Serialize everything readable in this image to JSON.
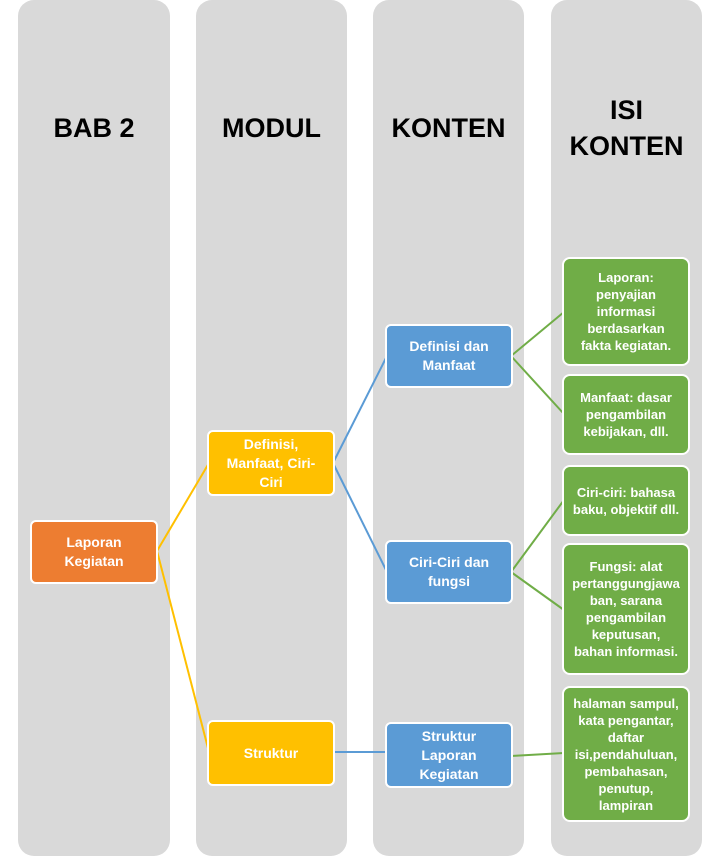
{
  "columns": {
    "bab": "BAB 2",
    "modul": "MODUL",
    "konten": "KONTEN",
    "isi_konten": "ISI\nKONTEN"
  },
  "nodes": {
    "bab": "Laporan\nKegiatan",
    "modul_1": "Definisi,\nManfaat, Ciri-\nCiri",
    "modul_2": "Struktur",
    "konten_1": "Definisi dan\nManfaat",
    "konten_2": "Ciri-Ciri dan\nfungsi",
    "konten_3": "Struktur\nLaporan\nKegiatan",
    "isi_1": "Laporan:\npenyajian\ninformasi\nberdasarkan\nfakta kegiatan.",
    "isi_2": "Manfaat: dasar\npengambilan\nkebijakan, dll.",
    "isi_3": "Ciri-ciri: bahasa\nbaku, objektif dll.",
    "isi_4": "Fungsi:  alat\npertanggungjawa\nban, sarana\npengambilan\nkeputusan,\nbahan informasi.",
    "isi_5": "halaman sampul,\nkata pengantar,\ndaftar\nisi,pendahuluan,\npembahasan,\npenutup,\nlampiran"
  },
  "colors": {
    "column_bg": "#d9d9d9",
    "bab": "#ed7d31",
    "modul": "#ffc000",
    "konten": "#5b9bd5",
    "isi": "#70ad47"
  }
}
